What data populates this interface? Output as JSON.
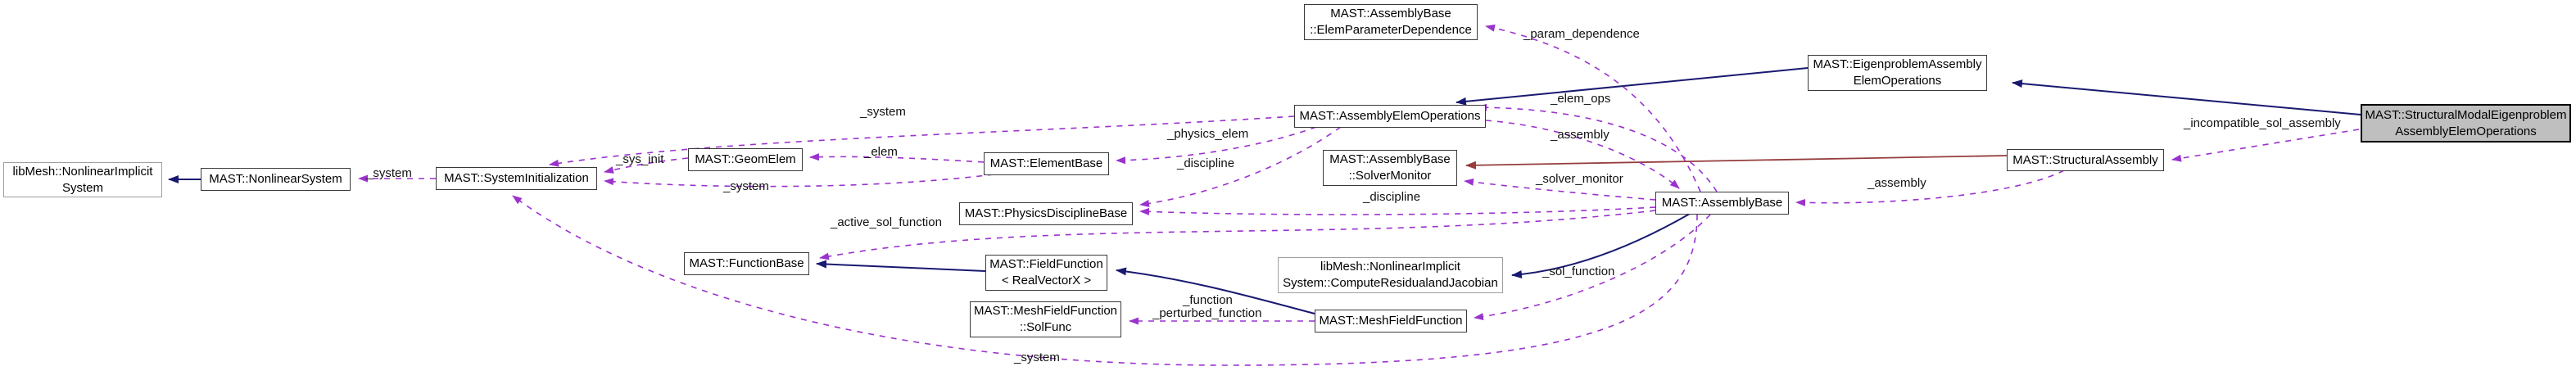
{
  "diagram_type": "collaboration-graph",
  "colors": {
    "inheritance_edge": "#191970",
    "private_inheritance_edge": "#963c3c",
    "usage_edge": "#9a32cd",
    "highlight_node_fill": "#bfbfbf",
    "node_border": "#3a3a3a",
    "external_node_border": "#9e9e9e"
  },
  "nodes": {
    "libmesh_nis": {
      "line1": "libMesh::NonlinearImplicit",
      "line2": "System"
    },
    "nonlinear_system": {
      "line1": "MAST::NonlinearSystem",
      "line2": ""
    },
    "system_init": {
      "line1": "MAST::SystemInitialization",
      "line2": ""
    },
    "geom_elem": {
      "line1": "MAST::GeomElem",
      "line2": ""
    },
    "element_base": {
      "line1": "MAST::ElementBase",
      "line2": ""
    },
    "physics_discipline": {
      "line1": "MAST::PhysicsDisciplineBase",
      "line2": ""
    },
    "function_base": {
      "line1": "MAST::FunctionBase",
      "line2": ""
    },
    "field_function": {
      "line1": "MAST::FieldFunction",
      "line2": "< RealVectorX >"
    },
    "compute_res_jac": {
      "line1": "libMesh::NonlinearImplicit",
      "line2": "System::ComputeResidualandJacobian"
    },
    "solfunc": {
      "line1": "MAST::MeshFieldFunction",
      "line2": "::SolFunc"
    },
    "mesh_field_function": {
      "line1": "MAST::MeshFieldFunction",
      "line2": ""
    },
    "assembly_elem_ops": {
      "line1": "MAST::AssemblyElemOperations",
      "line2": ""
    },
    "elem_param_dep": {
      "line1": "MAST::AssemblyBase",
      "line2": "::ElemParameterDependence"
    },
    "solver_monitor": {
      "line1": "MAST::AssemblyBase",
      "line2": "::SolverMonitor"
    },
    "assembly_base": {
      "line1": "MAST::AssemblyBase",
      "line2": ""
    },
    "eigen_assembly_ops": {
      "line1": "MAST::EigenproblemAssembly",
      "line2": "ElemOperations"
    },
    "structural_assembly": {
      "line1": "MAST::StructuralAssembly",
      "line2": ""
    },
    "structural_modal": {
      "line1": "MAST::StructuralModalEigenproblem",
      "line2": "AssemblyElemOperations"
    }
  },
  "edge_labels": {
    "param_dependence": "_param_dependence",
    "elem_ops": "_elem_ops",
    "assembly_from_ops": "_assembly",
    "assembly_from_structural": "_assembly",
    "incompatible_sol_assembly": "_incompatible_sol_assembly",
    "system_arc": "_system",
    "sys_init": "_sys_init",
    "elem": "_elem",
    "system_element_base": "_system",
    "system_left": "_system",
    "physics_elem": "_physics_elem",
    "discipline_from_ops": "_discipline",
    "discipline_from_assembly": "_discipline",
    "solver_monitor": "_solver_monitor",
    "active_sol_function": "_active_sol_function",
    "sol_function": "_sol_function",
    "function": "_function",
    "perturbed_function": "_perturbed_function",
    "system_bottom": "_system"
  }
}
